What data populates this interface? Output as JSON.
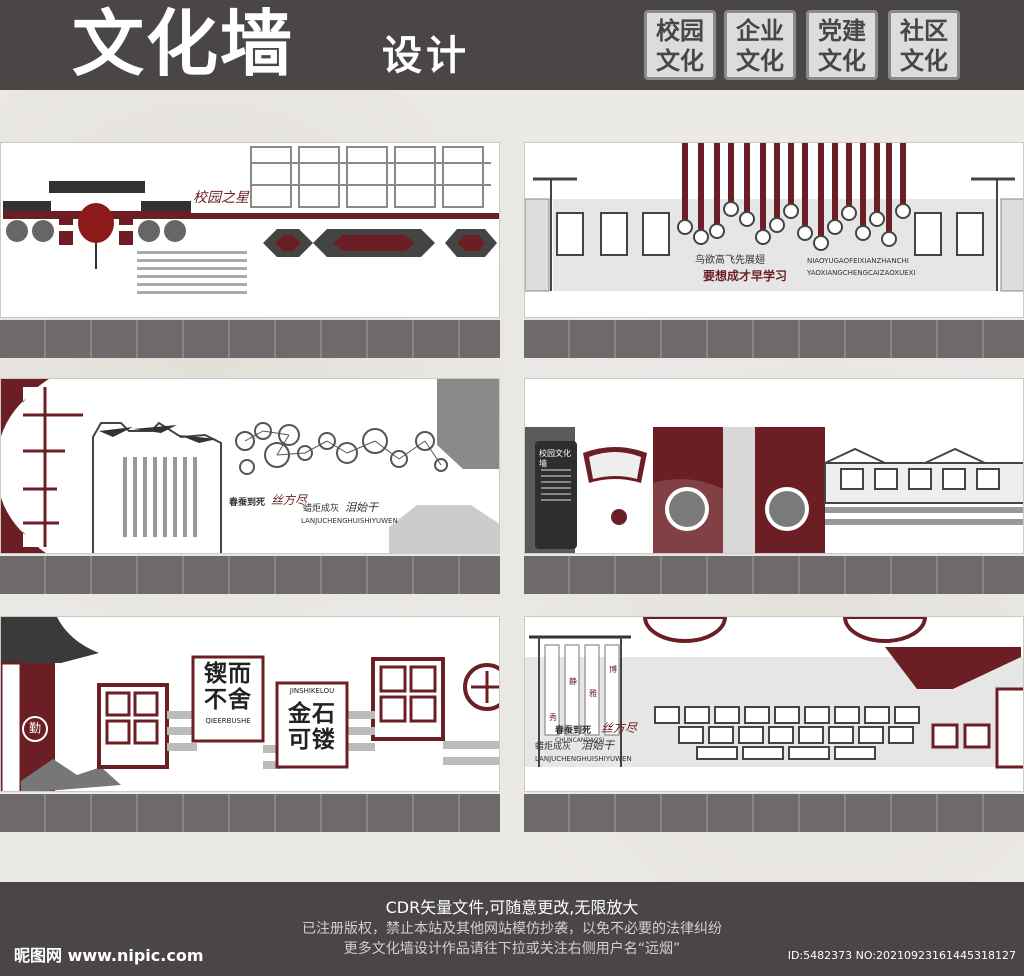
{
  "header": {
    "title": "文化墙",
    "subtitle": "设计",
    "tags": [
      {
        "line1": "校园",
        "line2": "文化"
      },
      {
        "line1": "企业",
        "line2": "文化"
      },
      {
        "line1": "党建",
        "line2": "文化"
      },
      {
        "line1": "社区",
        "line2": "文化"
      }
    ]
  },
  "panels": {
    "p1": {
      "mark": "校园之星"
    },
    "p2": {
      "line1": "鸟欲高飞先展翅",
      "line2": "要想成才早学习",
      "pinyin1": "NIAOYUGAOFEIXIANZHANCHI",
      "pinyin2": "YAOXIANGCHENGCAIZAOXUEXI"
    },
    "p3": {
      "line1a": "春蚕到死",
      "line1b": "丝方尽",
      "line2a": "蜡炬成灰",
      "line2b": "泪始干",
      "pinyin": "LANJUCHENGHUISHIYUWEN"
    },
    "p4": {
      "label": "校园文化墙"
    },
    "p5": {
      "box1": "锲而不舍",
      "box1_pinyin": "QIEERBUSHE",
      "box2_pinyin": "JINSHIKELOU",
      "box2": "金石可镂",
      "seal": "勤"
    },
    "p6": {
      "cols": [
        "秀",
        "静",
        "雅",
        "博"
      ],
      "line1a": "春蚕到死",
      "line1b": "丝方尽",
      "line2a": "蜡炬成灰",
      "line2b": "泪始干",
      "pinyin1": "CHUNCANDAOSI",
      "pinyin2": "LANJUCHENGHUISHIYUWEN"
    }
  },
  "footer": {
    "line1": "CDR矢量文件,可随意更改,无限放大",
    "line2": "已注册版权，禁止本站及其他网站模仿抄袭，以免不必要的法律纠纷",
    "line3": "更多文化墙设计作品请往下拉或关注右侧用户名“远烟”",
    "logo": "昵图网 www.nipic.com",
    "id": "ID:5482373 NO:20210923161445318127"
  },
  "colors": {
    "accent": "#6b1f24",
    "bar": "#4a4646",
    "gray": "#c2c2c2"
  }
}
